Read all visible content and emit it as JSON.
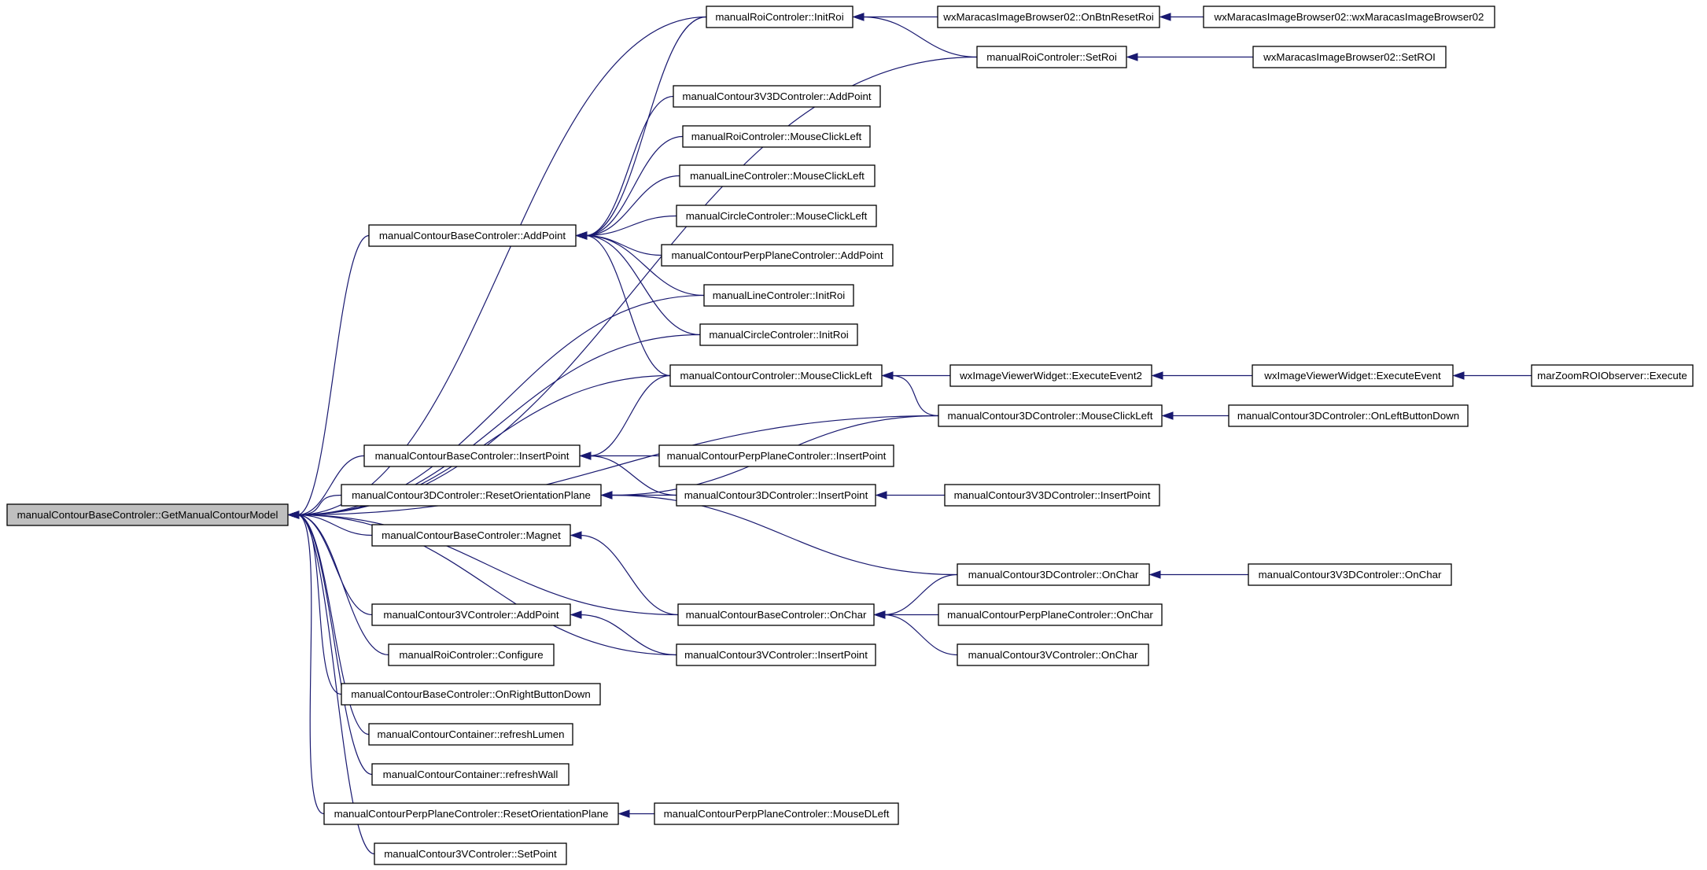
{
  "graph": {
    "edge_color": "#191970",
    "root_fill": "#bfbfbf",
    "nodes": [
      {
        "id": "root",
        "label": "manualContourBaseControler::GetManualContourModel",
        "root": true
      },
      {
        "id": "n1",
        "label": "manualRoiControler::InitRoi"
      },
      {
        "id": "n2",
        "label": "wxMaracasImageBrowser02::OnBtnResetRoi"
      },
      {
        "id": "n3",
        "label": "wxMaracasImageBrowser02::wxMaracasImageBrowser02"
      },
      {
        "id": "n4",
        "label": "manualRoiControler::SetRoi"
      },
      {
        "id": "n5",
        "label": "wxMaracasImageBrowser02::SetROI"
      },
      {
        "id": "n6",
        "label": "manualContour3V3DControler::AddPoint"
      },
      {
        "id": "n7",
        "label": "manualRoiControler::MouseClickLeft"
      },
      {
        "id": "n8",
        "label": "manualLineControler::MouseClickLeft"
      },
      {
        "id": "n9",
        "label": "manualContourBaseControler::AddPoint"
      },
      {
        "id": "n10",
        "label": "manualCircleControler::MouseClickLeft"
      },
      {
        "id": "n11",
        "label": "manualContourPerpPlaneControler::AddPoint"
      },
      {
        "id": "n12",
        "label": "manualLineControler::InitRoi"
      },
      {
        "id": "n13",
        "label": "manualCircleControler::InitRoi"
      },
      {
        "id": "n14",
        "label": "manualContourControler::MouseClickLeft"
      },
      {
        "id": "n15",
        "label": "wxImageViewerWidget::ExecuteEvent2"
      },
      {
        "id": "n16",
        "label": "wxImageViewerWidget::ExecuteEvent"
      },
      {
        "id": "n17",
        "label": "marZoomROIObserver::Execute"
      },
      {
        "id": "n18",
        "label": "manualContour3DControler::MouseClickLeft"
      },
      {
        "id": "n19",
        "label": "manualContour3DControler::OnLeftButtonDown"
      },
      {
        "id": "n20",
        "label": "manualContourBaseControler::InsertPoint"
      },
      {
        "id": "n21",
        "label": "manualContourPerpPlaneControler::InsertPoint"
      },
      {
        "id": "n22",
        "label": "manualContour3DControler::ResetOrientationPlane"
      },
      {
        "id": "n23",
        "label": "manualContour3DControler::InsertPoint"
      },
      {
        "id": "n24",
        "label": "manualContour3V3DControler::InsertPoint"
      },
      {
        "id": "n25",
        "label": "manualContourBaseControler::Magnet"
      },
      {
        "id": "n26",
        "label": "manualContour3DControler::OnChar"
      },
      {
        "id": "n27",
        "label": "manualContour3V3DControler::OnChar"
      },
      {
        "id": "n28",
        "label": "manualContourBaseControler::OnChar"
      },
      {
        "id": "n29",
        "label": "manualContourPerpPlaneControler::OnChar"
      },
      {
        "id": "n30",
        "label": "manualContour3VControler::AddPoint"
      },
      {
        "id": "n31",
        "label": "manualContour3VControler::InsertPoint"
      },
      {
        "id": "n32",
        "label": "manualContour3VControler::OnChar"
      },
      {
        "id": "n33",
        "label": "manualRoiControler::Configure"
      },
      {
        "id": "n34",
        "label": "manualContourBaseControler::OnRightButtonDown"
      },
      {
        "id": "n35",
        "label": "manualContourContainer::refreshLumen"
      },
      {
        "id": "n36",
        "label": "manualContourContainer::refreshWall"
      },
      {
        "id": "n37",
        "label": "manualContourPerpPlaneControler::ResetOrientationPlane"
      },
      {
        "id": "n38",
        "label": "manualContourPerpPlaneControler::MouseDLeft"
      },
      {
        "id": "n39",
        "label": "manualContour3VControler::SetPoint"
      }
    ],
    "edges": [
      {
        "from": "n1",
        "to": "root"
      },
      {
        "from": "n4",
        "to": "root"
      },
      {
        "from": "n9",
        "to": "root"
      },
      {
        "from": "n12",
        "to": "root"
      },
      {
        "from": "n13",
        "to": "root"
      },
      {
        "from": "n14",
        "to": "root"
      },
      {
        "from": "n18",
        "to": "root"
      },
      {
        "from": "n20",
        "to": "root"
      },
      {
        "from": "n22",
        "to": "root"
      },
      {
        "from": "n25",
        "to": "root"
      },
      {
        "from": "n28",
        "to": "root"
      },
      {
        "from": "n30",
        "to": "root"
      },
      {
        "from": "n31",
        "to": "root"
      },
      {
        "from": "n33",
        "to": "root"
      },
      {
        "from": "n34",
        "to": "root"
      },
      {
        "from": "n35",
        "to": "root"
      },
      {
        "from": "n36",
        "to": "root"
      },
      {
        "from": "n37",
        "to": "root"
      },
      {
        "from": "n39",
        "to": "root"
      },
      {
        "from": "n2",
        "to": "n1"
      },
      {
        "from": "n4",
        "to": "n1"
      },
      {
        "from": "n3",
        "to": "n2"
      },
      {
        "from": "n5",
        "to": "n4"
      },
      {
        "from": "n1",
        "to": "n9"
      },
      {
        "from": "n6",
        "to": "n9"
      },
      {
        "from": "n7",
        "to": "n9"
      },
      {
        "from": "n8",
        "to": "n9"
      },
      {
        "from": "n10",
        "to": "n9"
      },
      {
        "from": "n11",
        "to": "n9"
      },
      {
        "from": "n12",
        "to": "n9"
      },
      {
        "from": "n13",
        "to": "n9"
      },
      {
        "from": "n14",
        "to": "n9"
      },
      {
        "from": "n15",
        "to": "n14"
      },
      {
        "from": "n18",
        "to": "n14"
      },
      {
        "from": "n16",
        "to": "n15"
      },
      {
        "from": "n17",
        "to": "n16"
      },
      {
        "from": "n19",
        "to": "n18"
      },
      {
        "from": "n14",
        "to": "n20"
      },
      {
        "from": "n21",
        "to": "n20"
      },
      {
        "from": "n23",
        "to": "n20"
      },
      {
        "from": "n23",
        "to": "n22"
      },
      {
        "from": "n18",
        "to": "n22"
      },
      {
        "from": "n26",
        "to": "n22"
      },
      {
        "from": "n24",
        "to": "n23"
      },
      {
        "from": "n28",
        "to": "n25"
      },
      {
        "from": "n27",
        "to": "n26"
      },
      {
        "from": "n26",
        "to": "n28"
      },
      {
        "from": "n29",
        "to": "n28"
      },
      {
        "from": "n32",
        "to": "n28"
      },
      {
        "from": "n31",
        "to": "n30"
      },
      {
        "from": "n38",
        "to": "n37"
      }
    ]
  }
}
